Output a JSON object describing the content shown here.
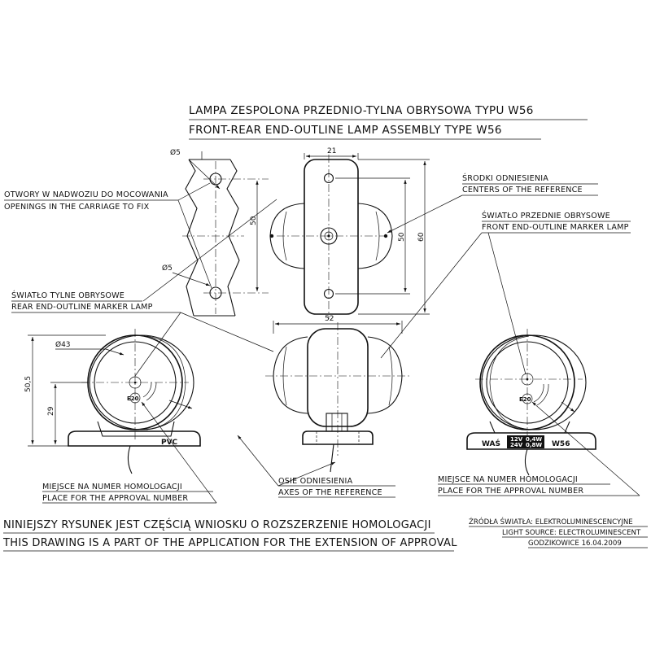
{
  "title": {
    "line1": "LAMPA ZESPOLONA PRZEDNIO-TYLNA OBRYSOWA TYPU W56",
    "line2": "FRONT-REAR END-OUTLINE LAMP ASSEMBLY TYPE W56"
  },
  "labels": {
    "holes_pl": "OTWORY W NADWOZIU DO MOCOWANIA",
    "holes_en": "OPENINGS IN THE CARRIAGE TO FIX",
    "ref_centers_pl": "ŚRODKI ODNIESIENIA",
    "ref_centers_en": "CENTERS OF THE REFERENCE",
    "front_marker_pl": "ŚWIATŁO PRZEDNIE OBRYSOWE",
    "front_marker_en": "FRONT END-OUTLINE MARKER LAMP",
    "rear_marker_pl": "ŚWIATŁO TYLNE OBRYSOWE",
    "rear_marker_en": "REAR END-OUTLINE MARKER LAMP",
    "approval_left_pl": "MIEJSCE NA NUMER HOMOLOGACJI",
    "approval_left_en": "PLACE FOR THE APPROVAL NUMBER",
    "axes_pl": "OSIE ODNIESIENIA",
    "axes_en": "AXES OF THE REFERENCE",
    "approval_right_pl": "MIEJSCE NA NUMER HOMOLOGACJI",
    "approval_right_en": "PLACE FOR THE APPROVAL NUMBER"
  },
  "dimensions": {
    "hole_top": "Ø5",
    "hole_bottom": "Ø5",
    "hole_spacing": "50",
    "width_top": "21",
    "inner_spacing": "50",
    "height": "60",
    "length": "52",
    "lens_diameter": "Ø43",
    "total_height": "50,5",
    "center_height": "29"
  },
  "markings": {
    "pvc": "PVC",
    "was": "WAŚ",
    "v12": "12V",
    "w12": "0,4W",
    "v24": "24V",
    "w24": "0,8W",
    "type": "W56",
    "approval_mark": "E20"
  },
  "footer": {
    "note_pl": "NINIEJSZY RYSUNEK JEST CZĘŚCIĄ WNIOSKU O  ROZSZERZENIE  HOMOLOGACJI",
    "note_en": "THIS DRAWING IS A PART OF THE APPLICATION FOR THE EXTENSION OF APPROVAL",
    "source_pl": "ŹRÓDŁA ŚWIATŁA: ELEKTROLUMINESCENCYJNE",
    "source_en": "LIGHT SOURCE: ELECTROLUMINESCENT",
    "place_date": "GODZIKOWICE 16.04.2009"
  }
}
